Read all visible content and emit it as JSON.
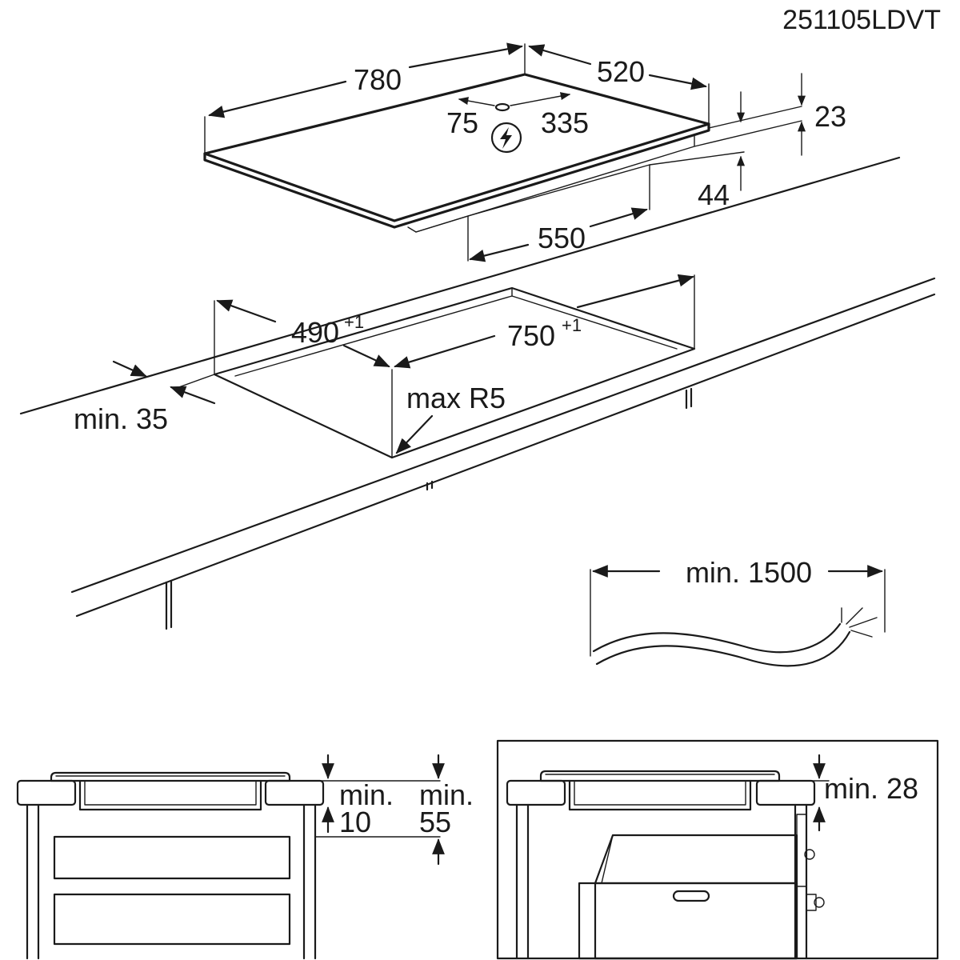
{
  "document_code": "251105LDVT",
  "hob": {
    "width": "780",
    "depth": "520",
    "connector_x": "75",
    "connector_y": "335",
    "glass_thickness": "23",
    "body_height": "44",
    "body_depth": "550"
  },
  "cutout": {
    "depth": "490",
    "depth_tolerance": "+1",
    "width": "750",
    "width_tolerance": "+1",
    "edge_distance": "min. 35",
    "corner_radius": "max R5"
  },
  "cable": {
    "length": "min. 1500"
  },
  "section_drawer": {
    "gap_label_1": "min.",
    "gap_value_1": "10",
    "gap_label_2": "min.",
    "gap_value_2": "55"
  },
  "section_oven": {
    "gap_label": "min. 28"
  },
  "icons": {
    "electric": "lightning-bolt-in-circle"
  }
}
